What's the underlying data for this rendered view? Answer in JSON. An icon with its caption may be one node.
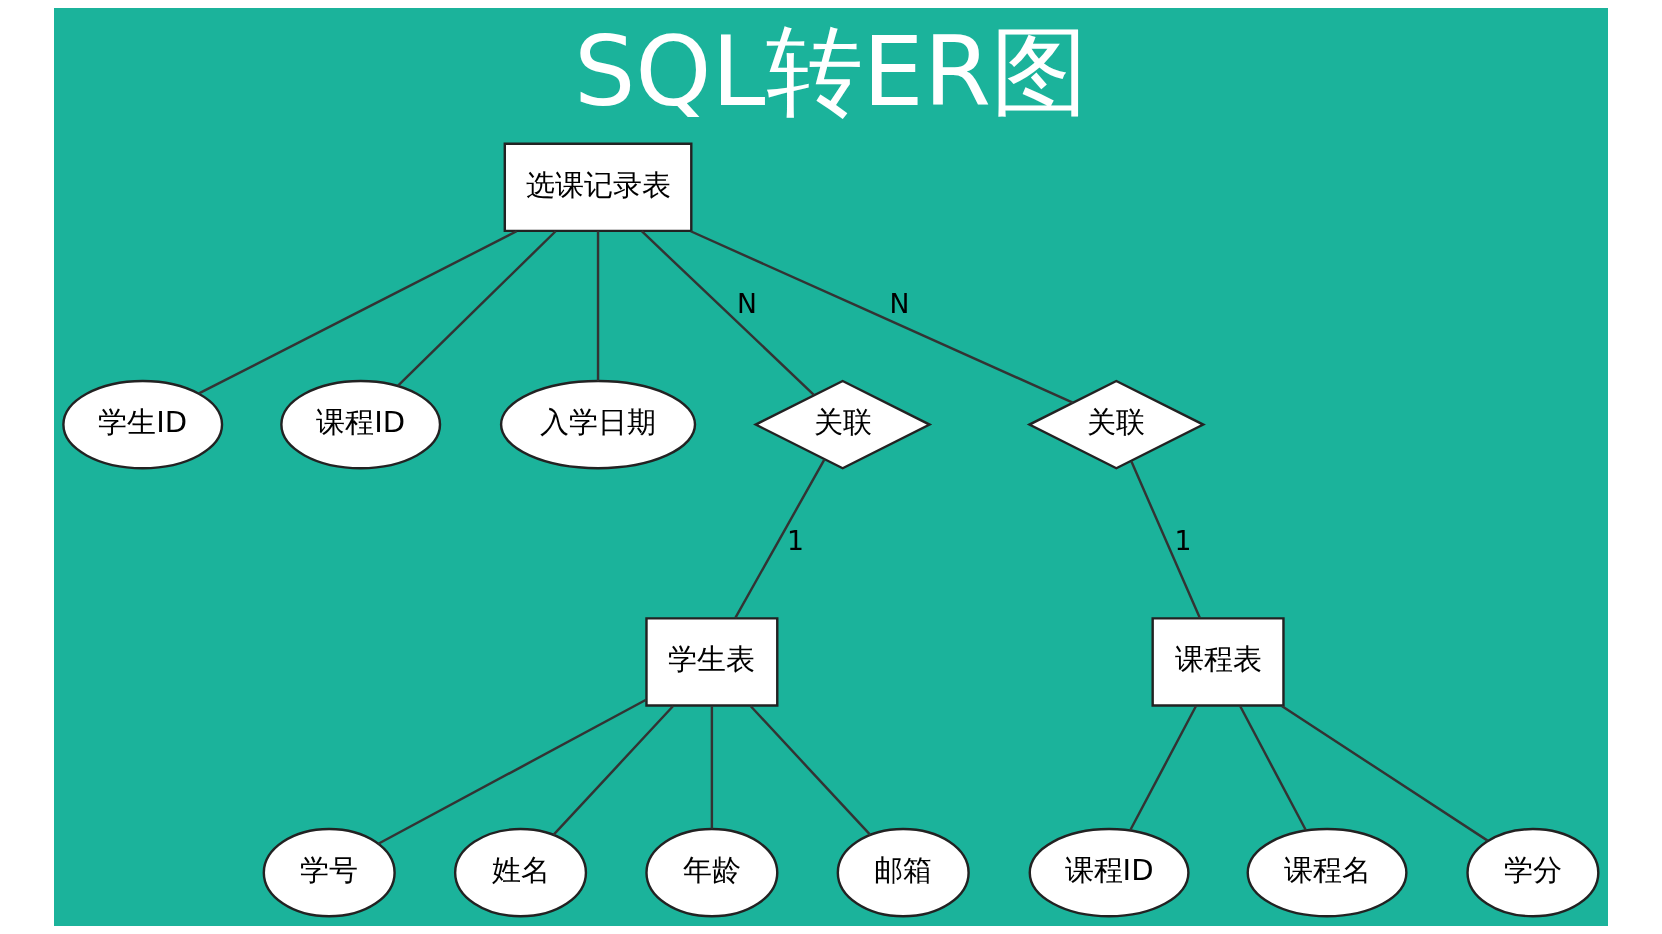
{
  "diagram": {
    "title": "SQL转ER图",
    "nodes": [
      {
        "text": [
          "选课记录表"
        ]
      },
      {
        "text": [
          "学生ID"
        ]
      },
      {
        "text": [
          "课程ID"
        ]
      },
      {
        "text": [
          "入学日期"
        ]
      },
      {
        "text": [
          "关联"
        ]
      },
      {
        "text": [
          "关联"
        ]
      },
      {
        "text": [
          "学生表"
        ]
      },
      {
        "text": [
          "课程表"
        ]
      },
      {
        "text": [
          "学号"
        ]
      },
      {
        "text": [
          "姓名"
        ]
      },
      {
        "text": [
          "年龄"
        ]
      },
      {
        "text": [
          "邮箱"
        ]
      },
      {
        "text": [
          "课程ID"
        ]
      },
      {
        "text": [
          "课程名"
        ]
      },
      {
        "text": [
          "学分"
        ]
      }
    ],
    "edges": [
      {
        "from": 0,
        "to": 1,
        "arrow": "none"
      },
      {
        "from": 0,
        "to": 2,
        "arrow": "none"
      },
      {
        "from": 0,
        "to": 3,
        "arrow": "none"
      },
      {
        "from": 0,
        "to": 4,
        "arrow": "none",
        "label": "N"
      },
      {
        "from": 0,
        "to": 5,
        "arrow": "none",
        "label": "N"
      },
      {
        "from": 4,
        "to": 6,
        "arrow": "none",
        "label": "1"
      },
      {
        "from": 5,
        "to": 7,
        "arrow": "none",
        "label": "1"
      },
      {
        "from": 6,
        "to": 8,
        "arrow": "none"
      },
      {
        "from": 6,
        "to": 9,
        "arrow": "none"
      },
      {
        "from": 6,
        "to": 10,
        "arrow": "none"
      },
      {
        "from": 6,
        "to": 11,
        "arrow": "none"
      },
      {
        "from": 7,
        "to": 12,
        "arrow": "none"
      },
      {
        "from": 7,
        "to": 13,
        "arrow": "none"
      },
      {
        "from": 7,
        "to": 14,
        "arrow": "none"
      }
    ]
  }
}
